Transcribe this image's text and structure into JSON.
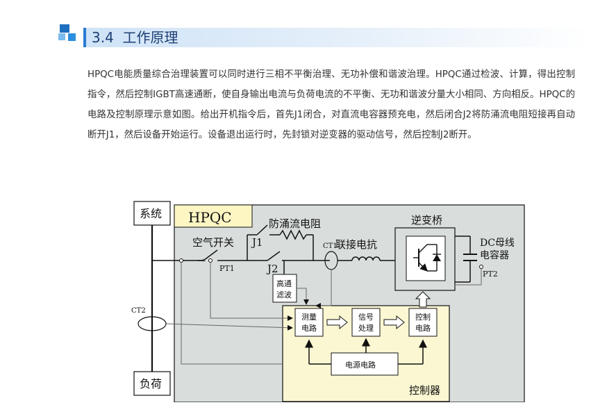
{
  "section": {
    "number": "3.4",
    "title": "工作原理"
  },
  "body": {
    "paragraph": "HPQC电能质量综合治理装置可以同时进行三相不平衡治理、无功补偿和谐波治理。HPQC通过检波、计算，得出控制指令，然后控制IGBT高速通断，使自身输出电流与负荷电流的不平衡、无功和谐波分量大小相同、方向相反。HPQC的电路及控制原理示意如图。给出开机指令后，首先J1闭合，对直流电容器预充电，然后闭合J2将防涌流电阻短接再自动断开J1，然后设备开始运行。设备退出运行时，先封锁对逆变器的驱动信号，然后控制J2断开。"
  },
  "diagram": {
    "system_label": "系统",
    "load_label": "负荷",
    "hpqc_label": "HPQC",
    "air_switch_label": "空气开关",
    "resistor_label": "防涌流电阻",
    "j1_label": "J1",
    "j2_label": "J2",
    "ct1_label": "CT1",
    "reactor_label": "联接电抗",
    "inverter_label": "逆变桥",
    "dc_cap_label_line1": "DC母线",
    "dc_cap_label_line2": "电容器",
    "pt1_label": "PT1",
    "pt2_label": "PT2",
    "ct2_label": "CT2",
    "hpf_line1": "高通",
    "hpf_line2": "滤波",
    "measure_line1": "测量",
    "measure_line2": "电路",
    "signal_line1": "信号",
    "signal_line2": "处理",
    "control_line1": "控制",
    "control_line2": "电路",
    "power_label": "电源电路",
    "controller_label": "控制器",
    "colors": {
      "hpqc_fill": "#d9dedd",
      "label_fill": "#fdf6c3",
      "controller_fill": "#fbf7d2",
      "line": "#111111",
      "signal_line": "#666666"
    }
  }
}
